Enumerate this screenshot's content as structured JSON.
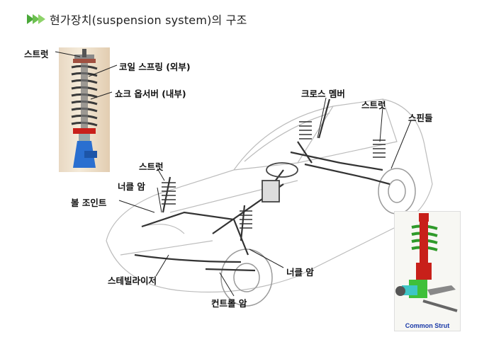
{
  "title": "현가장치(suspension system)의 구조",
  "labels": {
    "strut_top_left": "스트럿",
    "coil_spring": "코일 스프링 (외부)",
    "shock_absorber": "쇼크 옵서버 (내부)",
    "cross_member": "크로스 멤버",
    "strut_rear": "스트럿",
    "spindle": "스핀들",
    "strut_front": "스트럿",
    "knuckle_arm_upper": "너클 암",
    "ball_joint": "볼 조인트",
    "knuckle_arm_lower": "너클 암",
    "stabilizer": "스테빌라이저",
    "control_arm": "컨트롤 암"
  },
  "inset_caption": "Common Strut",
  "colors": {
    "accent_green": "#4aa838",
    "caption_blue": "#1a3aa8",
    "spring_red": "#c8201a",
    "strut_blue": "#2a6fd0"
  }
}
